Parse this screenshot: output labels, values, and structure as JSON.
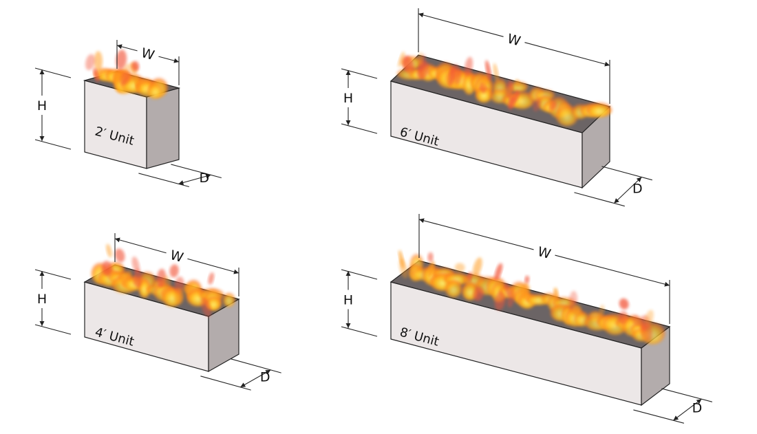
{
  "labels": {
    "width": "W",
    "height": "H",
    "depth": "D"
  },
  "units": [
    {
      "id": "unit-2ft",
      "label": "2′ Unit"
    },
    {
      "id": "unit-6ft",
      "label": "6′ Unit"
    },
    {
      "id": "unit-4ft",
      "label": "4′ Unit"
    },
    {
      "id": "unit-8ft",
      "label": "8′ Unit"
    }
  ],
  "colors": {
    "front": "#ece7e7",
    "side": "#b3acac",
    "top": "#6b6465",
    "flame_inner": "#ffe53a",
    "flame_mid": "#ff9a1a",
    "flame_outer": "#f2563a"
  }
}
